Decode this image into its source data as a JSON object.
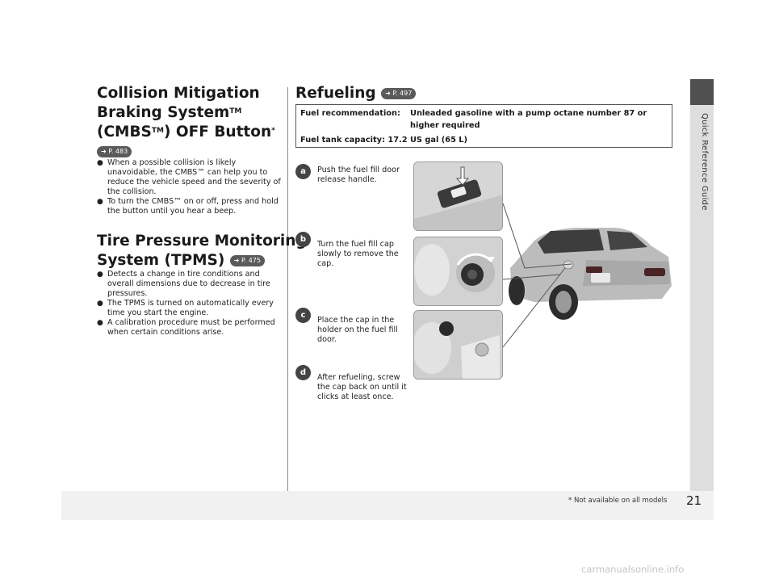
{
  "left": {
    "cmbs": {
      "title_line1": "Collision Mitigation",
      "title_line2_pre": "Braking System",
      "title_line3_pre": "(CMBS",
      "title_line3_post": ") OFF Button",
      "tm": "TM",
      "star": "*",
      "ref": "P. 483",
      "bullets": [
        "When a possible collision is likely unavoidable, the CMBS™ can help you to reduce the vehicle speed and the severity of the collision.",
        "To turn the CMBS™ on or off, press and hold the button until you hear a beep."
      ]
    },
    "tpms": {
      "title_line1": "Tire Pressure Monitoring",
      "title_line2": "System (TPMS)",
      "ref": "P. 475",
      "bullets": [
        "Detects a change in tire conditions and overall dimensions due to decrease in tire pressures.",
        "The TPMS is turned on automatically every time you start the engine.",
        "A calibration procedure must be performed when certain conditions arise."
      ]
    }
  },
  "refueling": {
    "title": "Refueling",
    "ref": "P. 497",
    "fuel_rec_label": "Fuel recommendation:",
    "fuel_rec_value_1": "Unleaded gasoline with a pump octane number 87 or",
    "fuel_rec_value_2": "higher required",
    "tank_capacity": "Fuel tank capacity: 17.2 US gal (65 L)",
    "steps": [
      {
        "badge": "a",
        "text": "Push the fuel fill door release handle."
      },
      {
        "badge": "b",
        "text": "Turn the fuel fill cap slowly to remove the cap."
      },
      {
        "badge": "c",
        "text": "Place the cap in the holder on the fuel fill door."
      },
      {
        "badge": "d",
        "text": "After refueling, screw the cap back on until it clicks at least once."
      }
    ]
  },
  "side_tab_label": "Quick Reference Guide",
  "page_number": "21",
  "footnote": "* Not available on all models",
  "watermark": "carmanualsonline.info"
}
